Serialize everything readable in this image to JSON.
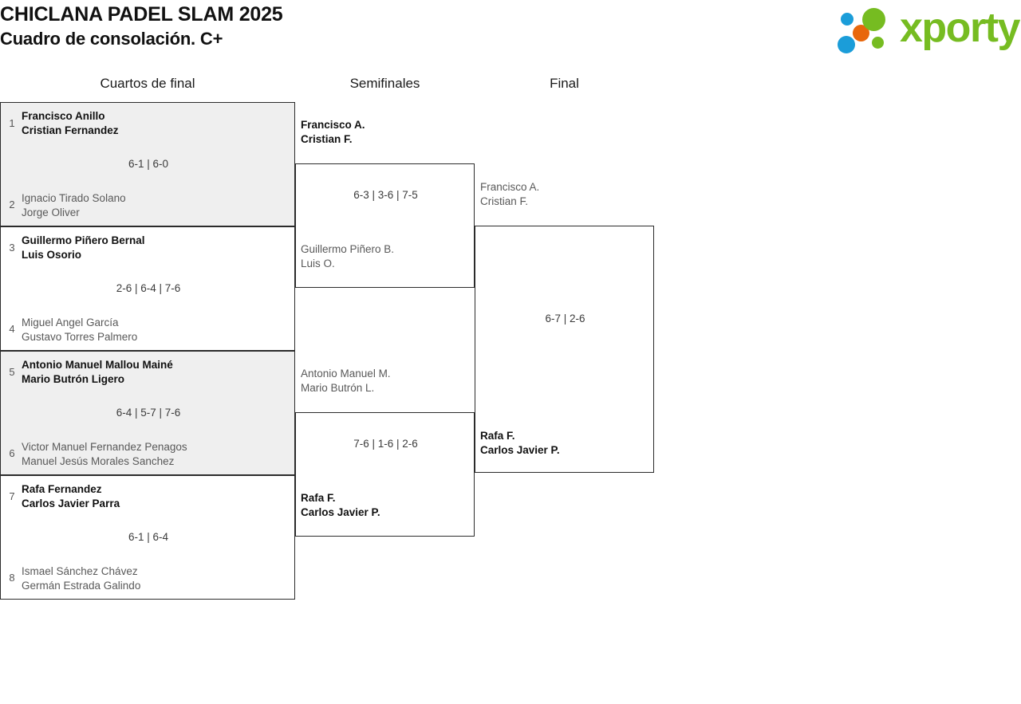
{
  "header": {
    "title": "CHICLANA PADEL SLAM 2025",
    "subtitle": "Cuadro de consolación. C+"
  },
  "logo": {
    "word": "xporty",
    "word_color": "#76bc21",
    "dots": [
      {
        "name": "dot-blue-small",
        "color": "#1b9dd9"
      },
      {
        "name": "dot-orange",
        "color": "#e8670c"
      },
      {
        "name": "dot-blue-large",
        "color": "#1b9dd9"
      },
      {
        "name": "dot-green-large",
        "color": "#76bc21"
      },
      {
        "name": "dot-green-small",
        "color": "#76bc21"
      }
    ]
  },
  "rounds": [
    {
      "label": "Cuartos de final"
    },
    {
      "label": "Semifinales"
    },
    {
      "label": "Final"
    }
  ],
  "bracket": {
    "quarterfinals": [
      {
        "score": "6-1 | 6-0",
        "top": {
          "seed": "1",
          "p1": "Francisco Anillo",
          "p2": "Cristian Fernandez",
          "winner": true
        },
        "bottom": {
          "seed": "2",
          "p1": "Ignacio Tirado Solano",
          "p2": "Jorge Oliver",
          "winner": false
        }
      },
      {
        "score": "2-6 | 6-4 | 7-6",
        "top": {
          "seed": "3",
          "p1": "Guillermo Piñero Bernal",
          "p2": "Luis Osorio",
          "winner": true
        },
        "bottom": {
          "seed": "4",
          "p1": "Miguel Angel García",
          "p2": "Gustavo Torres Palmero",
          "winner": false
        }
      },
      {
        "score": "6-4 | 5-7 | 7-6",
        "top": {
          "seed": "5",
          "p1": "Antonio Manuel Mallou Mainé",
          "p2": "Mario Butrón Ligero",
          "winner": true
        },
        "bottom": {
          "seed": "6",
          "p1": "Victor Manuel Fernandez Penagos",
          "p2": "Manuel Jesús Morales Sanchez",
          "winner": false
        }
      },
      {
        "score": "6-1 | 6-4",
        "top": {
          "seed": "7",
          "p1": "Rafa Fernandez",
          "p2": "Carlos Javier Parra",
          "winner": true
        },
        "bottom": {
          "seed": "8",
          "p1": "Ismael Sánchez Chávez",
          "p2": "Germán Estrada Galindo",
          "winner": false
        }
      }
    ],
    "semifinals": [
      {
        "score": "6-3 | 3-6 | 7-5",
        "top": {
          "p1": "Francisco A.",
          "p2": "Cristian F.",
          "winner": true
        },
        "bottom": {
          "p1": "Guillermo Piñero B.",
          "p2": "Luis O.",
          "winner": false
        }
      },
      {
        "score": "7-6 | 1-6 | 2-6",
        "top": {
          "p1": "Antonio Manuel M.",
          "p2": "Mario Butrón L.",
          "winner": false
        },
        "bottom": {
          "p1": "Rafa F.",
          "p2": "Carlos Javier P.",
          "winner": true
        }
      }
    ],
    "final": {
      "score": "6-7 | 2-6",
      "top": {
        "p1": "Francisco A.",
        "p2": "Cristian F.",
        "winner": false
      },
      "bottom": {
        "p1": "Rafa F.",
        "p2": "Carlos Javier P.",
        "winner": true
      }
    }
  }
}
